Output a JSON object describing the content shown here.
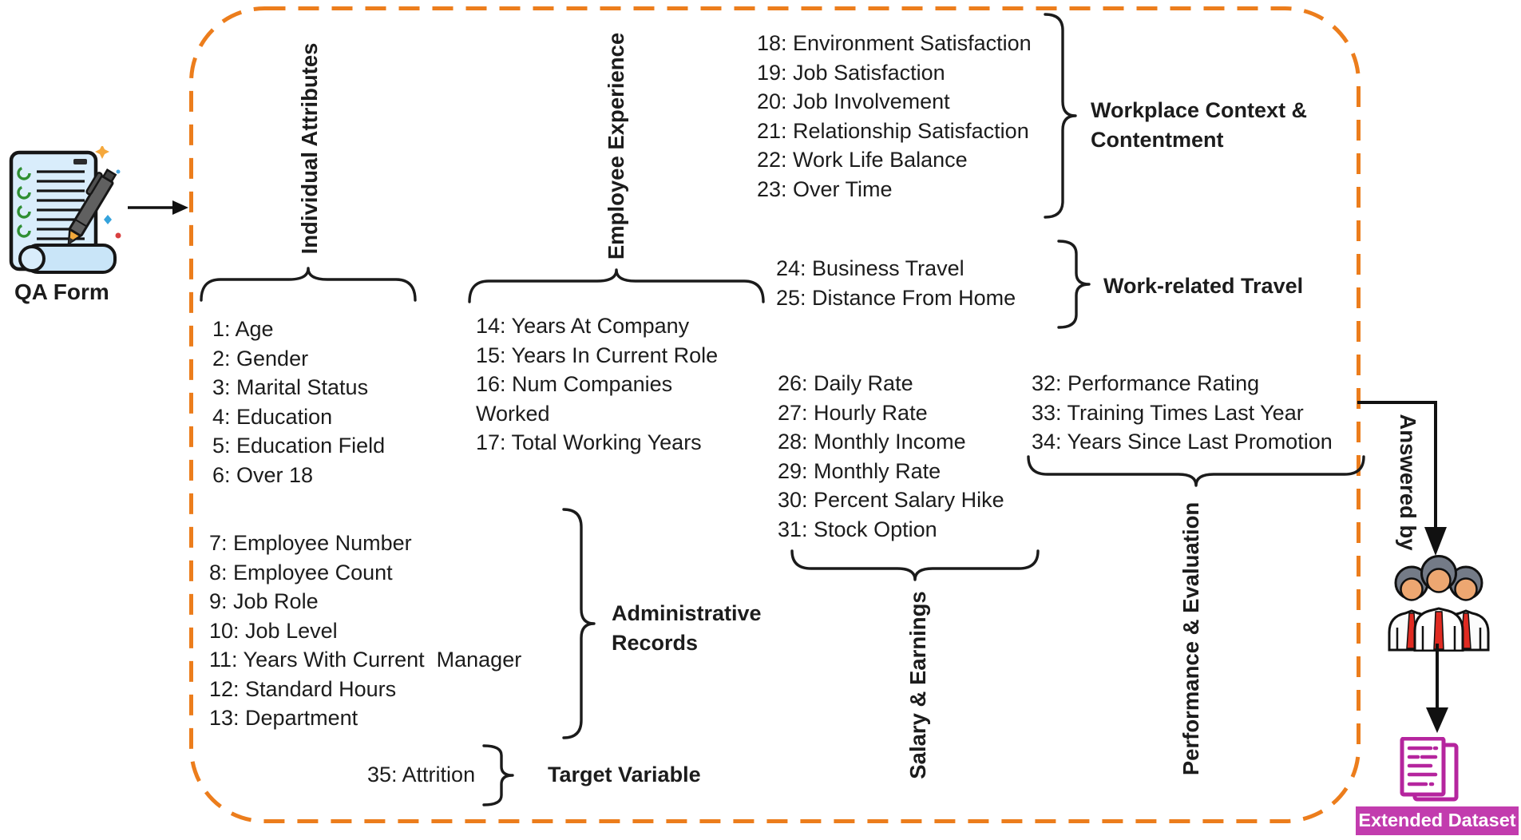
{
  "source": {
    "label": "QA Form"
  },
  "flow": {
    "answered_by": "Answered by",
    "result_label": "Extended Dataset"
  },
  "categories": {
    "individual_attributes": {
      "label": "Individual Attributes",
      "items": [
        "1: Age",
        "2: Gender",
        "3: Marital Status",
        "4: Education",
        "5: Education Field",
        "6: Over 18"
      ]
    },
    "employee_experience": {
      "label": "Employee Experience",
      "items": [
        "14: Years At Company",
        "15: Years In Current Role",
        "16: Num Companies\nWorked",
        "17: Total Working Years"
      ]
    },
    "workplace_context": {
      "label": "Workplace Context &\nContentment",
      "items": [
        "18: Environment Satisfaction",
        "19: Job Satisfaction",
        "20: Job Involvement",
        "21: Relationship Satisfaction",
        "22: Work Life Balance",
        "23: Over Time"
      ]
    },
    "work_related_travel": {
      "label": "Work-related Travel",
      "items": [
        "24: Business Travel",
        "25: Distance From Home"
      ]
    },
    "salary_earnings": {
      "label": "Salary & Earnings",
      "items": [
        "26: Daily Rate",
        "27: Hourly Rate",
        "28: Monthly Income",
        "29: Monthly Rate",
        "30: Percent Salary Hike",
        "31: Stock Option"
      ]
    },
    "performance_evaluation": {
      "label": "Performance & Evaluation",
      "items": [
        "32: Performance Rating",
        "33: Training Times Last Year",
        "34: Years Since Last Promotion"
      ]
    },
    "administrative_records": {
      "label": "Administrative\nRecords",
      "items": [
        "7: Employee Number",
        "8: Employee Count",
        "9: Job Role",
        "10: Job Level",
        "11: Years With Current  Manager",
        "12: Standard Hours",
        "13: Department"
      ]
    },
    "target_variable": {
      "label": "Target Variable",
      "items": [
        "35: Attrition"
      ]
    }
  },
  "colors": {
    "frame_dash": "#EC7D1C",
    "ink": "#1c1c1c",
    "magenta_icon": "#B5259E",
    "badge_background": "#C23CAE",
    "tie_red": "#E02B22",
    "paper_blue": "#D9EDFB",
    "check_green": "#2F8F33"
  }
}
